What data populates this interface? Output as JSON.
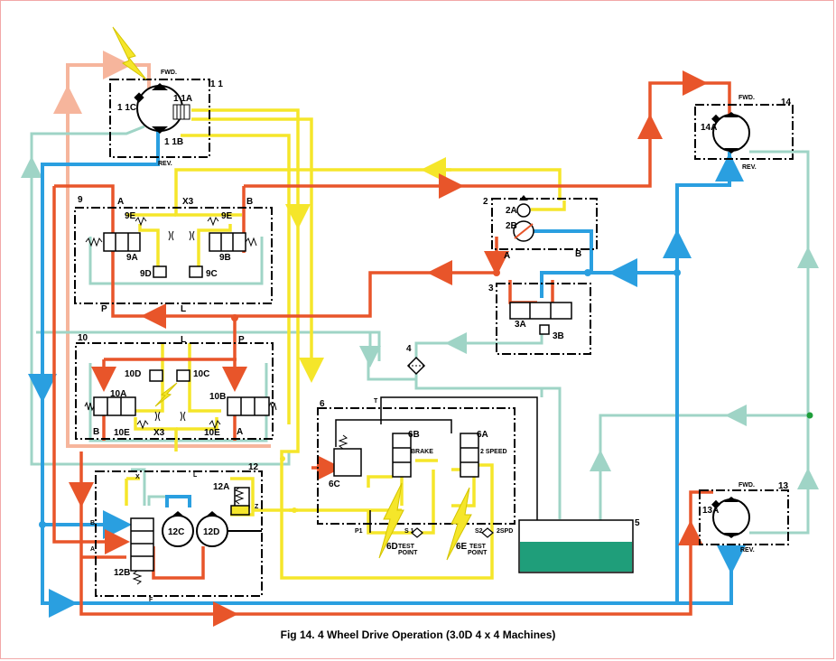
{
  "caption": "Fig 14. 4 Wheel Drive Operation (3.0D 4 x 4 Machines)",
  "colors": {
    "pressure": "#e8552a",
    "return": "#2a9fe0",
    "pilot": "#f5e62a",
    "drain": "#9fd4c6",
    "charge": "#f6b59c",
    "tank_fluid": "#1f9e7a"
  },
  "icons": [
    "lightning-bolt-icon",
    "filter-icon",
    "tank-icon",
    "motor-icon",
    "pump-icon",
    "valve-icon",
    "spring-icon",
    "solenoid-icon",
    "orifice-icon",
    "test-point-icon"
  ],
  "components": {
    "c11": {
      "id": "1 1",
      "c": "1 1C",
      "a": "1 1A",
      "b": "1 1B",
      "fwd": "FWD.",
      "rev": "REV."
    },
    "c14": {
      "id": "14",
      "a": "14A",
      "fwd": "FWD.",
      "rev": "REV."
    },
    "c13": {
      "id": "13",
      "a": "13A",
      "fwd": "FWD.",
      "rev": "REV."
    },
    "c9": {
      "id": "9",
      "a": "A",
      "x3": "X3",
      "b": "B",
      "e1": "9E",
      "e2": "9E",
      "v_a": "9A",
      "v_b": "9B",
      "d": "9D",
      "c": "9C",
      "p": "P",
      "l": "L"
    },
    "c2": {
      "id": "2",
      "a_lbl": "2A",
      "b_lbl": "2B",
      "a": "A",
      "b": "B"
    },
    "c3": {
      "id": "3",
      "a": "3A",
      "b": "3B"
    },
    "c4": {
      "id": "4"
    },
    "c10": {
      "id": "10",
      "l": "L",
      "p": "P",
      "d": "10D",
      "c": "10C",
      "v_a": "10A",
      "v_b": "10B",
      "b": "B",
      "e1": "10E",
      "x3": "X3",
      "e2": "10E",
      "a": "A"
    },
    "c6": {
      "id": "6",
      "t": "T",
      "b": "6B",
      "brake": "BRAKE",
      "a": "6A",
      "speed": "2 SPEED",
      "c": "6C",
      "p1": "P1",
      "s1": "S 1",
      "d": "6D",
      "test1": "TEST",
      "point1": "POINT",
      "s2": "S2",
      "spd": "2SPD",
      "e": "6E",
      "test2": "TEST",
      "point2": "POINT"
    },
    "c5": {
      "id": "5"
    },
    "c12": {
      "id": "12",
      "x": "X",
      "l": "L",
      "a_lbl": "12A",
      "z": "Z",
      "b": "B",
      "a": "A",
      "c": "12C",
      "d": "12D",
      "b2": "12B",
      "f": "F"
    }
  }
}
